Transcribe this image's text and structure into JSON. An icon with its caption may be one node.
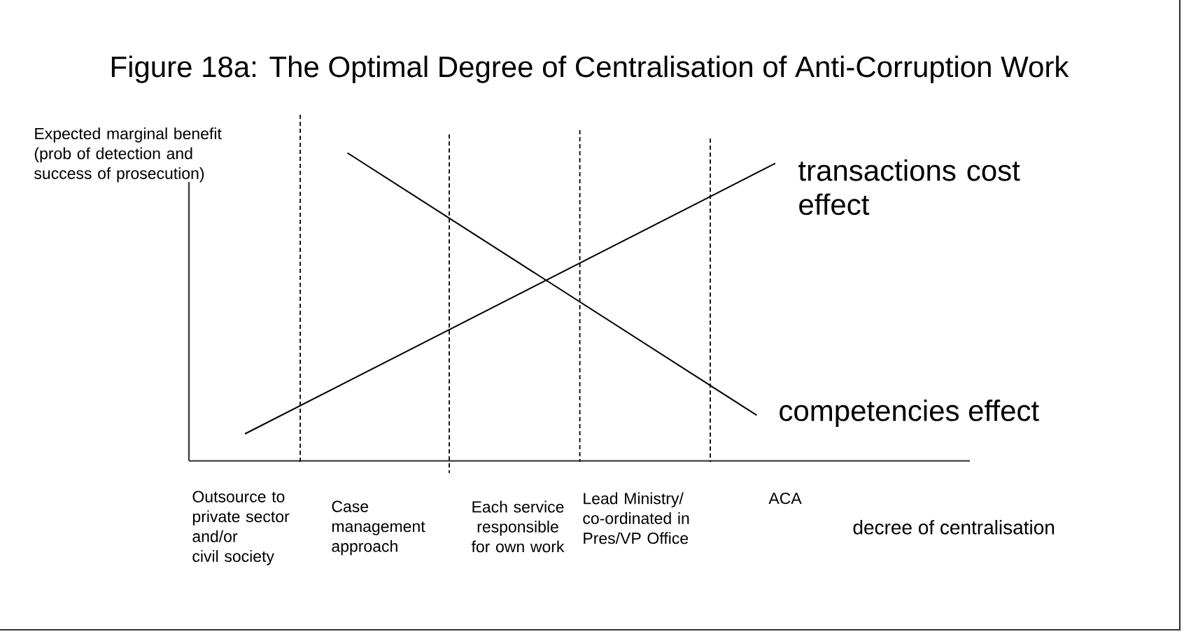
{
  "diagram": {
    "title": "Figure 18a: The Optimal Degree of Centralisation of Anti-Corruption Work",
    "labels": [
      "Expected marginal benefit (prob of detection and success of prosecution)",
      "transactions cost effect",
      "competencies effect",
      "Outsource to private sector and/or civil society",
      "Case management approach",
      "Each service responsible for own work",
      "Lead Ministry/ co-ordinated in Pres/VP Office",
      "ACA",
      "decree of centralisation"
    ]
  }
}
